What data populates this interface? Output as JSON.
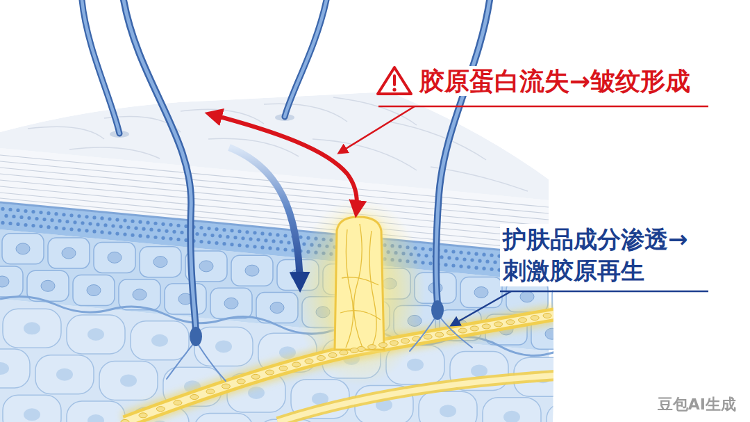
{
  "diagram": {
    "labels": [
      "胶原蛋白流失→皱纹形成",
      "护肤品成分渗透→ 刺激胶原再生",
      "豆包AI生成"
    ]
  }
}
